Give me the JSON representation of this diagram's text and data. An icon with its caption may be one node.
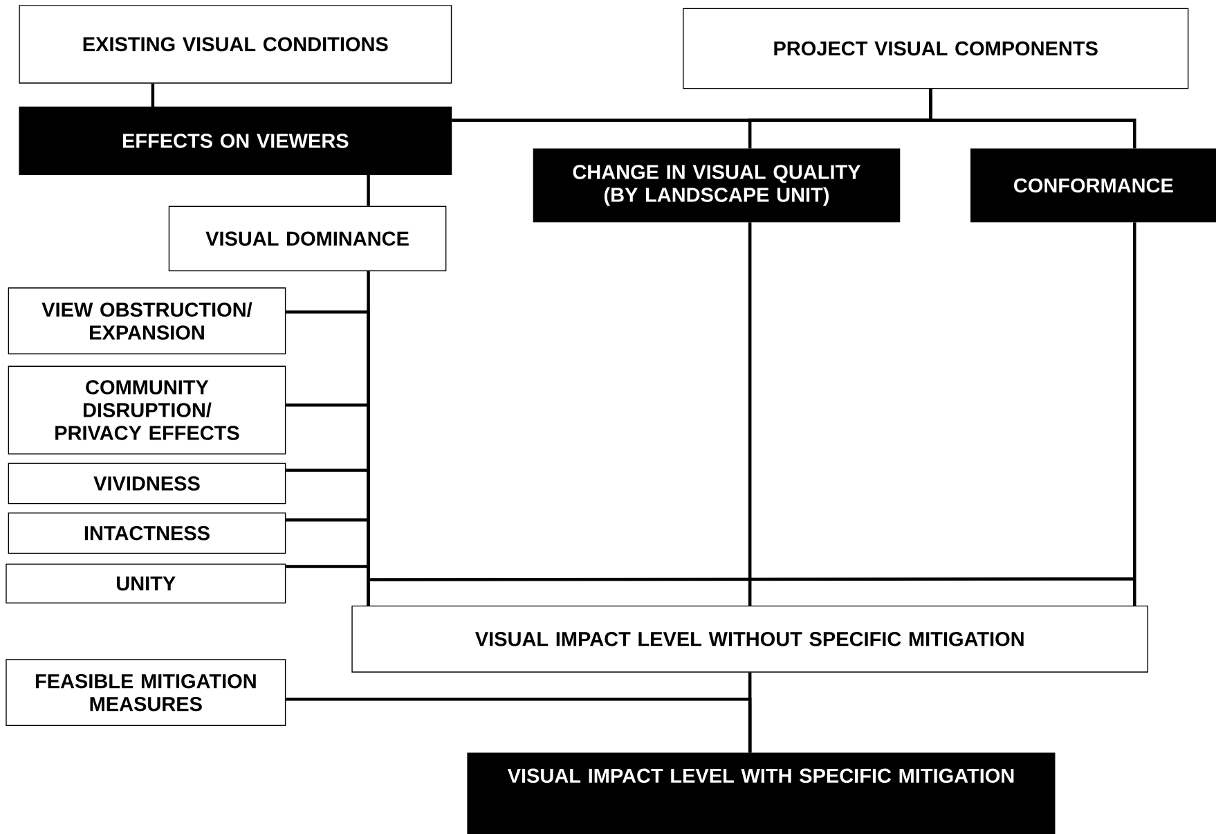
{
  "diagram": {
    "nodes": [
      {
        "text": [
          "EXISTING VISUAL CONDITIONS"
        ]
      },
      {
        "text": [
          "PROJECT VISUAL COMPONENTS"
        ]
      },
      {
        "text": [
          "EFFECTS ON VIEWERS"
        ]
      },
      {
        "text": [
          "CHANGE IN VISUAL QUALITY (BY LANDSCAPE UNIT)"
        ]
      },
      {
        "text": [
          "CONFORMANCE"
        ]
      },
      {
        "text": [
          "VISUAL DOMINANCE"
        ]
      },
      {
        "text": [
          "VIEW OBSTRUCTION/ EXPANSION"
        ]
      },
      {
        "text": [
          "COMMUNITY DISRUPTION/ PRIVACY EFFECTS"
        ]
      },
      {
        "text": [
          "VIVIDNESS"
        ]
      },
      {
        "text": [
          "INTACTNESS"
        ]
      },
      {
        "text": [
          "UNITY"
        ]
      },
      {
        "text": [
          "VISUAL IMPACT LEVEL WITHOUT SPECIFIC MITIGATION"
        ]
      },
      {
        "text": [
          "FEASIBLE MITIGATION MEASURES"
        ]
      },
      {
        "text": [
          "VISUAL IMPACT LEVEL WITH SPECIFIC MITIGATION"
        ]
      }
    ],
    "edges": [
      {
        "from": 0,
        "to": 2,
        "arrow": "none"
      },
      {
        "from": 1,
        "to": 2,
        "arrow": "none"
      },
      {
        "from": 1,
        "to": 3,
        "arrow": "none"
      },
      {
        "from": 1,
        "to": 4,
        "arrow": "none"
      },
      {
        "from": 2,
        "to": 5,
        "arrow": "none"
      },
      {
        "from": 5,
        "to": 11,
        "arrow": "none"
      },
      {
        "from": 6,
        "to": 11,
        "arrow": "none"
      },
      {
        "from": 7,
        "to": 11,
        "arrow": "none"
      },
      {
        "from": 8,
        "to": 11,
        "arrow": "none"
      },
      {
        "from": 9,
        "to": 11,
        "arrow": "none"
      },
      {
        "from": 10,
        "to": 11,
        "arrow": "none"
      },
      {
        "from": 3,
        "to": 11,
        "arrow": "none"
      },
      {
        "from": 4,
        "to": 11,
        "arrow": "none"
      },
      {
        "from": 11,
        "to": 13,
        "arrow": "none"
      },
      {
        "from": 12,
        "to": 13,
        "arrow": "none"
      }
    ]
  }
}
